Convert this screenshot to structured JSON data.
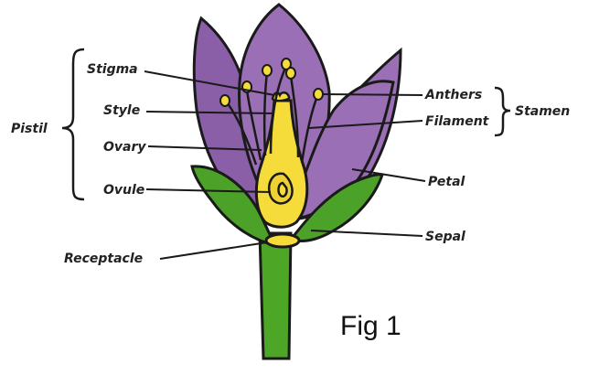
{
  "figure": {
    "caption": "Fig 1",
    "labels": {
      "stigma": "Stigma",
      "style": "Style",
      "ovary": "Ovary",
      "ovule": "Ovule",
      "receptacle": "Receptacle",
      "pistil": "Pistil",
      "anthers": "Anthers",
      "filament": "Filament",
      "stamen": "Stamen",
      "petal": "Petal",
      "sepal": "Sepal"
    },
    "colors": {
      "petal": "#9b6fb6",
      "petal_dark": "#8a5fa8",
      "stem": "#4ea626",
      "sepal": "#4ca128",
      "ovary": "#f6dc3a",
      "outline": "#1a1a1a"
    }
  }
}
